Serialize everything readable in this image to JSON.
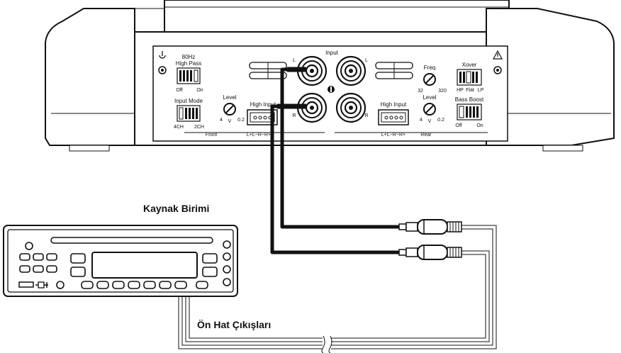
{
  "amplifier": {
    "filter_label_freq": "80Hz",
    "filter_label_name": "High Pass",
    "filter_off": "Off",
    "filter_on": "On",
    "input_mode_label": "Input Mode",
    "input_mode_4ch": "4CH",
    "input_mode_2ch": "2CH",
    "front_level_label": "Level",
    "front_level_min": "4",
    "front_level_unit": "V",
    "front_level_max": "0.2",
    "front_high_input_label": "High Input",
    "front_section": "Front",
    "front_pins": "L+L−R−R+",
    "input_label": "Input",
    "input_l_left": "L",
    "input_l_right": "L",
    "input_r_left": "R",
    "input_r_right": "R",
    "freq_label": "Freq",
    "freq_min": "32",
    "freq_max": "320",
    "rear_level_label": "Level",
    "rear_level_min": "4",
    "rear_level_unit": "V",
    "rear_level_max": "0.2",
    "rear_high_input_label": "High Input",
    "rear_pins": "L+L−R−R+",
    "rear_section": "Rear",
    "xover_label": "Xover",
    "xover_hp": "HP",
    "xover_flat": "Flat",
    "xover_lp": "LP",
    "bass_boost_label": "Bass Boost",
    "bass_off": "Off",
    "bass_on": "On",
    "power_icon": "power-icon",
    "warning_icon": "warning-icon"
  },
  "head_unit": {
    "title": "Kaynak Birimi"
  },
  "cables": {
    "label": "Ön Hat Çıkışları"
  }
}
